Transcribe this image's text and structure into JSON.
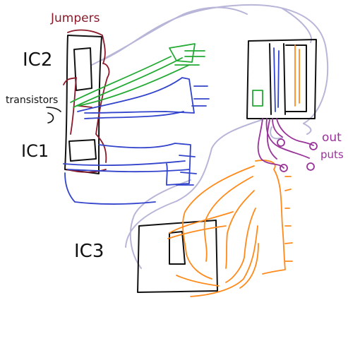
{
  "labels": {
    "jumpers": "Jumpers",
    "ic2": "IC2",
    "transistors": "transistors",
    "ic1": "IC1",
    "ic3": "IC3",
    "outputs_line1": "out",
    "outputs_line2": "puts"
  },
  "colors": {
    "black": "#111111",
    "maroon": "#8b1a2a",
    "lavender": "#b8b6d8",
    "green": "#22aa33",
    "blue": "#3344cc",
    "purple": "#993399",
    "orange": "#ff8a1a",
    "blue_label": "#2b3fd0"
  }
}
